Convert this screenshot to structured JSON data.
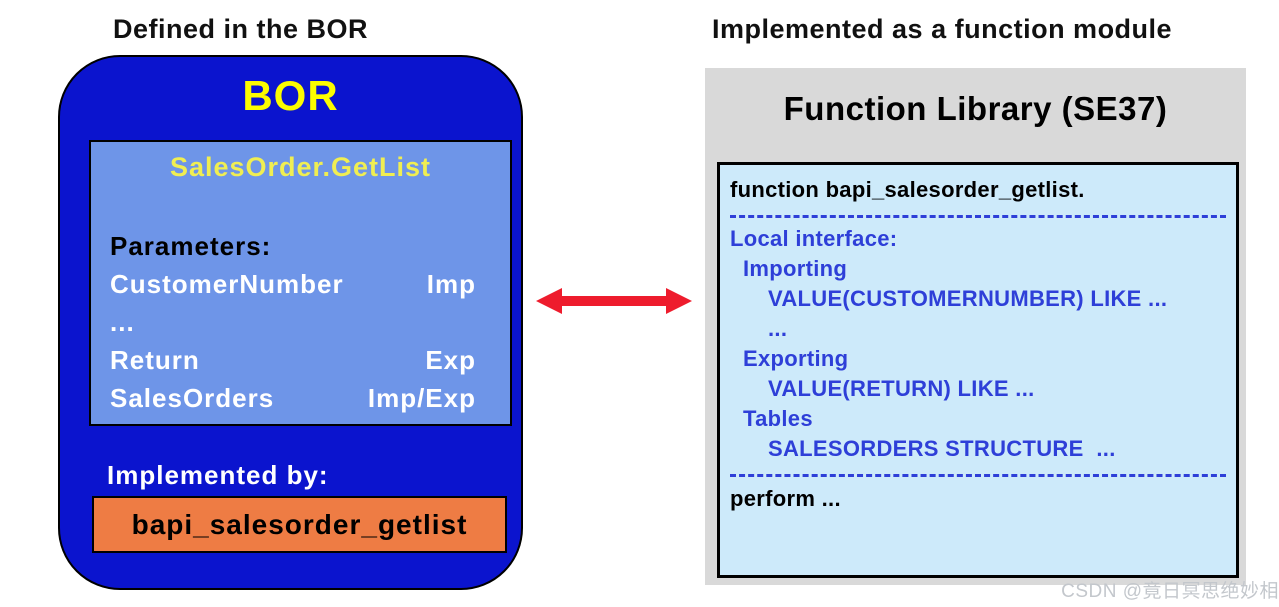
{
  "left": {
    "heading": "Defined in the BOR",
    "panel_title": "BOR",
    "method_box": {
      "title": "SalesOrder.GetList",
      "params_label": "Parameters:",
      "rows": [
        {
          "name": "CustomerNumber",
          "kind": "Imp"
        },
        {
          "name": "...",
          "kind": ""
        },
        {
          "name": "Return",
          "kind": "Exp"
        },
        {
          "name": "SalesOrders",
          "kind": "Imp/Exp"
        }
      ]
    },
    "implemented_by_label": "Implemented by:",
    "function_name": "bapi_salesorder_getlist"
  },
  "right": {
    "heading": "Implemented as a function module",
    "panel_title": "Function Library (SE37)",
    "code": {
      "line_function": "function bapi_salesorder_getlist.",
      "interface_lines": [
        {
          "text": "Local interface:",
          "indent": 0
        },
        {
          "text": "Importing",
          "indent": 1
        },
        {
          "text": "VALUE(CUSTOMERNUMBER) LIKE ...",
          "indent": 2
        },
        {
          "text": "...",
          "indent": 2
        },
        {
          "text": "Exporting",
          "indent": 1
        },
        {
          "text": "VALUE(RETURN) LIKE ...",
          "indent": 2
        },
        {
          "text": "Tables",
          "indent": 1
        },
        {
          "text": "SALESORDERS STRUCTURE  ...",
          "indent": 2
        }
      ],
      "line_perform": "perform ..."
    }
  },
  "arrow": {
    "meaning": "maps-between-bor-and-function-module",
    "color": "#ee1c2d"
  },
  "watermark": "CSDN @竟日冥思绝妙相",
  "colors": {
    "bor_blue": "#0b14ce",
    "method_box_blue": "#6e95e8",
    "bor_yellow": "#fcfc00",
    "method_title_yellow": "#f0ee52",
    "orange": "#ee7c44",
    "panel_gray": "#d9d9d9",
    "code_bg": "#cdeafa",
    "code_blue": "#2e3fd8",
    "arrow_red": "#ee1c2d"
  }
}
